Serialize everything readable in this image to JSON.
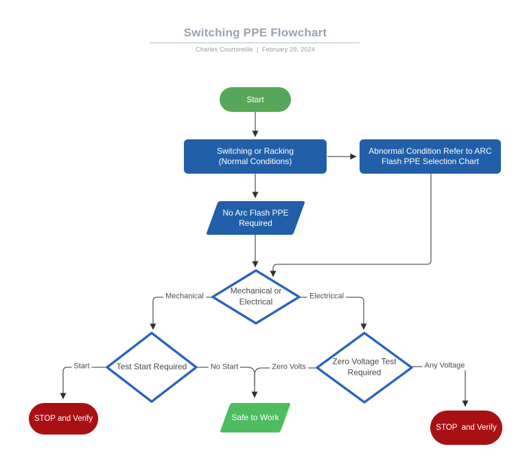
{
  "header": {
    "title": "Switching PPE Flowchart",
    "byline": "Charles Courtoreille  |  February 29, 2024"
  },
  "nodes": {
    "start": {
      "label": "Start"
    },
    "switching": {
      "line1": "Switching or Racking",
      "line2": "(Normal Conditions)"
    },
    "abnormal": {
      "line1": "Abnormal Condition Refer to ARC",
      "line2": "Flash PPE Selection Chart"
    },
    "no_ppe": {
      "line1": "No Arc Flash PPE",
      "line2": "Required"
    },
    "mech_elec": {
      "line1": "Mechanical or",
      "line2": "Electrical"
    },
    "test_start": {
      "label": "Test Start Required"
    },
    "zero_voltage": {
      "line1": "Zero Voltage Test",
      "line2": "Required"
    },
    "stop_left": {
      "label": "STOP and Verify"
    },
    "safe": {
      "label": "Safe to Work"
    },
    "stop_right": {
      "label": "STOP  and Verify"
    }
  },
  "edge_labels": {
    "mechanical": "Mechanical",
    "electrical": "Electriccal",
    "start": "Start",
    "no_start": "No Start",
    "zero_volts": "Zero Volts",
    "any_voltage": "Any Voltage"
  },
  "colors": {
    "process_blue": "#215fa8",
    "decision_border": "#2a64bb",
    "start_green": "#57a75a",
    "safe_green": "#4dbd60",
    "stop_red": "#a91013",
    "title_gray": "#9aa3b2"
  }
}
